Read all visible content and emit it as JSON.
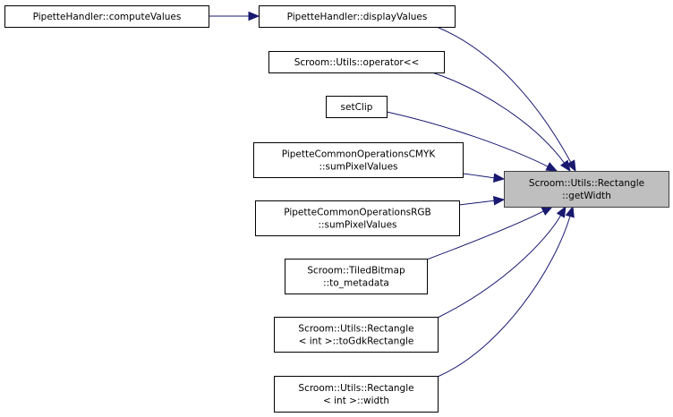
{
  "graph": {
    "type": "caller-graph",
    "edge_color": "#191970",
    "focus_fill": "#bfbfbf",
    "nodes": [
      {
        "id": "computeValues",
        "lines": [
          "PipetteHandler::computeValues"
        ],
        "focus": false
      },
      {
        "id": "displayValues",
        "lines": [
          "PipetteHandler::displayValues"
        ],
        "focus": false
      },
      {
        "id": "operatorLL",
        "lines": [
          "Scroom::Utils::operator<<"
        ],
        "focus": false
      },
      {
        "id": "setClip",
        "lines": [
          "setClip"
        ],
        "focus": false
      },
      {
        "id": "cmykSum",
        "lines": [
          "PipetteCommonOperationsCMYK",
          "::sumPixelValues"
        ],
        "focus": false
      },
      {
        "id": "rgbSum",
        "lines": [
          "PipetteCommonOperationsRGB",
          "::sumPixelValues"
        ],
        "focus": false
      },
      {
        "id": "toMetadata",
        "lines": [
          "Scroom::TiledBitmap",
          "::to_metadata"
        ],
        "focus": false
      },
      {
        "id": "toGdkRect",
        "lines": [
          "Scroom::Utils::Rectangle",
          "< int >::toGdkRectangle"
        ],
        "focus": false
      },
      {
        "id": "rectWidth",
        "lines": [
          "Scroom::Utils::Rectangle",
          "< int >::width"
        ],
        "focus": false
      },
      {
        "id": "getWidth",
        "lines": [
          "Scroom::Utils::Rectangle",
          "::getWidth"
        ],
        "focus": true
      }
    ],
    "edges": [
      {
        "from": "computeValues",
        "to": "displayValues"
      },
      {
        "from": "displayValues",
        "to": "getWidth"
      },
      {
        "from": "operatorLL",
        "to": "getWidth"
      },
      {
        "from": "setClip",
        "to": "getWidth"
      },
      {
        "from": "cmykSum",
        "to": "getWidth"
      },
      {
        "from": "rgbSum",
        "to": "getWidth"
      },
      {
        "from": "toMetadata",
        "to": "getWidth"
      },
      {
        "from": "toGdkRect",
        "to": "getWidth"
      },
      {
        "from": "rectWidth",
        "to": "getWidth"
      }
    ]
  }
}
